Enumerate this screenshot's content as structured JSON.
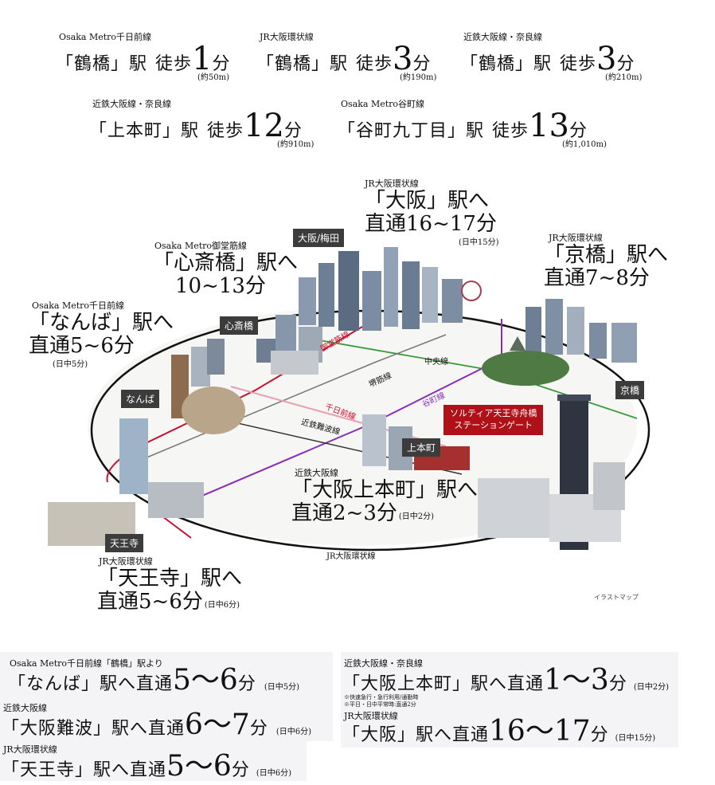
{
  "walk": [
    {
      "line": "Osaka Metro千日前線",
      "station": "「鶴橋」駅",
      "verb": "徒歩",
      "minutes": "1",
      "unit": "分",
      "distance": "(約50m)"
    },
    {
      "line": "JR大阪環状線",
      "station": "「鶴橋」駅",
      "verb": "徒歩",
      "minutes": "3",
      "unit": "分",
      "distance": "(約190m)"
    },
    {
      "line": "近鉄大阪線・奈良線",
      "station": "「鶴橋」駅",
      "verb": "徒歩",
      "minutes": "3",
      "unit": "分",
      "distance": "(約210m)"
    },
    {
      "line": "近鉄大阪線・奈良線",
      "station": "「上本町」駅",
      "verb": "徒歩",
      "minutes": "12",
      "unit": "分",
      "distance": "(約910m)"
    },
    {
      "line": "Osaka Metro谷町線",
      "station": "「谷町九丁目」駅",
      "verb": "徒歩",
      "minutes": "13",
      "unit": "分",
      "distance": "(約1,010m)"
    }
  ],
  "map": {
    "osaka": {
      "line": "JR大阪環状線",
      "station": "「大阪」駅へ",
      "time": "直通16~17分",
      "note": "(日中15分)"
    },
    "shinsaibashi": {
      "line": "Osaka Metro御堂筋線",
      "station": "「心斎橋」駅へ",
      "time": "10~13分"
    },
    "kyobashi": {
      "line": "JR大阪環状線",
      "station": "「京橋」駅へ",
      "time": "直通7~8分"
    },
    "namba": {
      "line": "Osaka Metro千日前線",
      "station": "「なんば」駅へ",
      "time": "直通5~6分",
      "note": "(日中5分)"
    },
    "uehonmachi": {
      "line": "近鉄大阪線",
      "station": "「大阪上本町」駅へ",
      "time": "直通2~3分",
      "note": "(日中2分)"
    },
    "tennoji": {
      "line": "JR大阪環状線",
      "station": "「天王寺」駅へ",
      "time": "直通5~6分",
      "note": "(日中6分)"
    },
    "tags": {
      "umeda": "大阪/梅田",
      "shinsaibashi": "心斎橋",
      "namba": "なんば",
      "kyobashi": "京橋",
      "uehonmachi": "上本町",
      "tennoji": "天王寺"
    },
    "property_label_1": "ソルティア天王寺舟橋",
    "property_label_2": "ステーションゲート",
    "route_labels": {
      "midosuji": "御堂筋線",
      "chuo": "中央線",
      "sakaisuji": "堺筋線",
      "tanimachi": "谷町線",
      "sennichimae": "千日前線",
      "kintetsu_namba": "近鉄難波線",
      "loop": "JR大阪環状線"
    },
    "caption": "イラストマップ"
  },
  "routes": [
    {
      "line": "Osaka Metro千日前線「鶴橋」駅より",
      "station": "「なんば」駅へ直通",
      "time": "5〜6",
      "unit": "分",
      "note": "(日中5分)"
    },
    {
      "line": "近鉄大阪線・奈良線",
      "station": "「大阪上本町」駅へ直通",
      "time": "1〜3",
      "unit": "分",
      "note": "(日中2分)",
      "footnote1": "※快速急行・急行利用/通勤時",
      "footnote2": "※平日・日中平常時:直通2分"
    },
    {
      "line": "近鉄大阪線",
      "station": "「大阪難波」駅へ直通",
      "time": "6〜7",
      "unit": "分",
      "note": "(日中6分)"
    },
    {
      "line": "JR大阪環状線",
      "station": "「大阪」駅へ直通",
      "time": "16〜17",
      "unit": "分",
      "note": "(日中15分)"
    },
    {
      "line": "JR大阪環状線",
      "station": "「天王寺」駅へ直通",
      "time": "5〜6",
      "unit": "分",
      "note": "(日中6分)"
    }
  ],
  "colors": {
    "loop": "#111111",
    "midosuji": "#c8102e",
    "chuo": "#3a9a3a",
    "tanimachi": "#8a2fb5",
    "sennichimae": "#e8a0b0",
    "kintetsu": "#c8102e",
    "property": "#b01018"
  }
}
